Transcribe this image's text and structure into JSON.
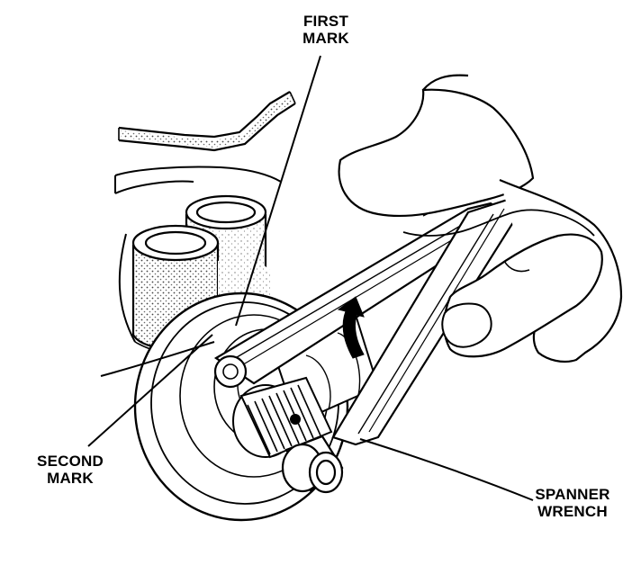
{
  "diagram": {
    "labels": {
      "first_mark": [
        "FIRST",
        "MARK"
      ],
      "second_mark": [
        "SECOND",
        "MARK"
      ],
      "spanner_wrench": [
        "SPANNER",
        "WRENCH"
      ]
    },
    "colors": {
      "ink": "#000000",
      "paper": "#ffffff",
      "shade": "#b8b8b8"
    }
  }
}
